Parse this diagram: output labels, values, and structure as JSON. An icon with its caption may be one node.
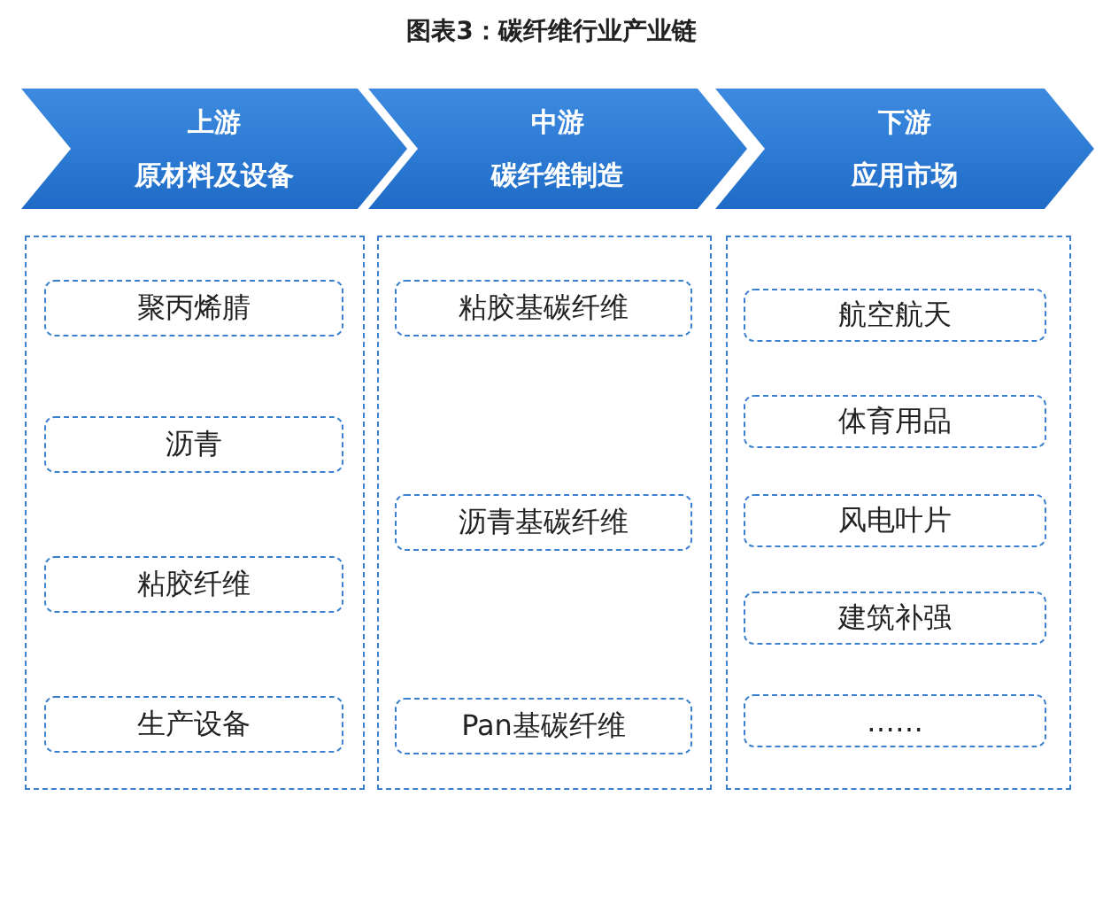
{
  "diagram": {
    "title": "图表3：碳纤维行业产业链",
    "nodes": [
      {
        "text": [
          "上游",
          "原材料及设备"
        ]
      },
      {
        "text": [
          "中游",
          "碳纤维制造"
        ]
      },
      {
        "text": [
          "下游",
          "应用市场"
        ]
      },
      {
        "text": [],
        "shape": "box"
      },
      {
        "text": [
          "聚丙烯腈"
        ],
        "in": 3
      },
      {
        "text": [
          "沥青"
        ],
        "in": 3
      },
      {
        "text": [
          "粘胶纤维"
        ],
        "in": 3
      },
      {
        "text": [
          "生产设备"
        ],
        "in": 3
      },
      {
        "text": [],
        "shape": "box"
      },
      {
        "text": [
          "粘胶基碳纤维"
        ],
        "in": 8
      },
      {
        "text": [
          "沥青基碳纤维"
        ],
        "in": 8
      },
      {
        "text": [
          "Pan基碳纤维"
        ],
        "in": 8
      },
      {
        "text": [],
        "shape": "box"
      },
      {
        "text": [
          "航空航天"
        ],
        "in": 12
      },
      {
        "text": [
          "体育用品"
        ],
        "in": 12
      },
      {
        "text": [
          "风电叶片"
        ],
        "in": 12
      },
      {
        "text": [
          "建筑补强"
        ],
        "in": 12
      },
      {
        "text": [
          "……"
        ],
        "in": 12
      }
    ]
  }
}
